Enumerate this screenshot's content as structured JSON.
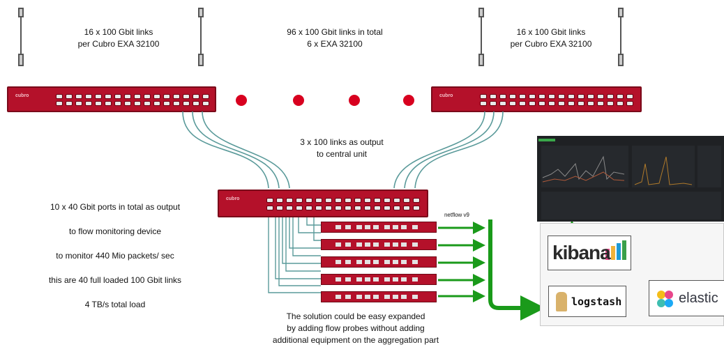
{
  "labels": {
    "top_left": [
      "16  x  100 Gbit links",
      "per Cubro EXA 32100"
    ],
    "top_center": [
      "96  x  100 Gbit links in total",
      "6 x EXA 32100"
    ],
    "top_right": [
      "16  x  100 Gbit links",
      "per Cubro EXA 32100"
    ],
    "output_note": [
      "3 x 100 links as output",
      "to central unit"
    ],
    "left_notes": [
      "10 x 40 Gbit ports in total as output",
      "to flow monitoring device",
      "to monitor 440 Mio packets/ sec",
      "this are 40 full loaded 100 Gbit links",
      "4 TB/s total load"
    ],
    "netflow": "netflow v9",
    "bottom_note": [
      "The solution could be easy expanded",
      "by adding flow probes without adding",
      "additional equipment on the aggregation part"
    ]
  },
  "logos": {
    "kibana": "kibana",
    "logstash": "logstash",
    "elastic": "elastic",
    "switch_brand": "cubro"
  },
  "colors": {
    "switch_red": "#b4112a",
    "dot_red": "#d8001f",
    "arrow_green": "#1a9a1a",
    "cable": "#5a9a9a"
  },
  "icons": [
    "fiber-cable-icon",
    "kibana-logo-icon",
    "logstash-logo-icon",
    "elastic-logo-icon"
  ]
}
